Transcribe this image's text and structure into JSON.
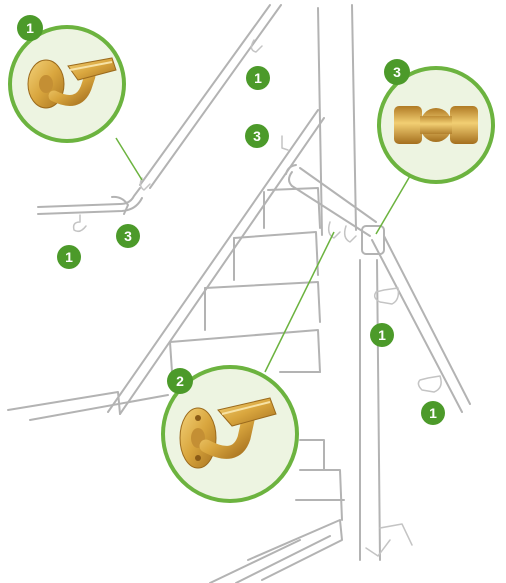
{
  "colors": {
    "badge": "#4c9a2a",
    "callout_ring": "#6cb33f",
    "callout_fill": "#edf4e1",
    "line_art": "#b3b3b3",
    "brass": "#d9a63e"
  },
  "callouts": [
    {
      "label": "1",
      "part": "handrail-bracket"
    },
    {
      "label": "2",
      "part": "handrail-bracket"
    },
    {
      "label": "3",
      "part": "rail-connector"
    }
  ],
  "markers": [
    {
      "label": "1"
    },
    {
      "label": "1"
    },
    {
      "label": "3"
    },
    {
      "label": "3"
    },
    {
      "label": "1"
    },
    {
      "label": "1"
    }
  ]
}
